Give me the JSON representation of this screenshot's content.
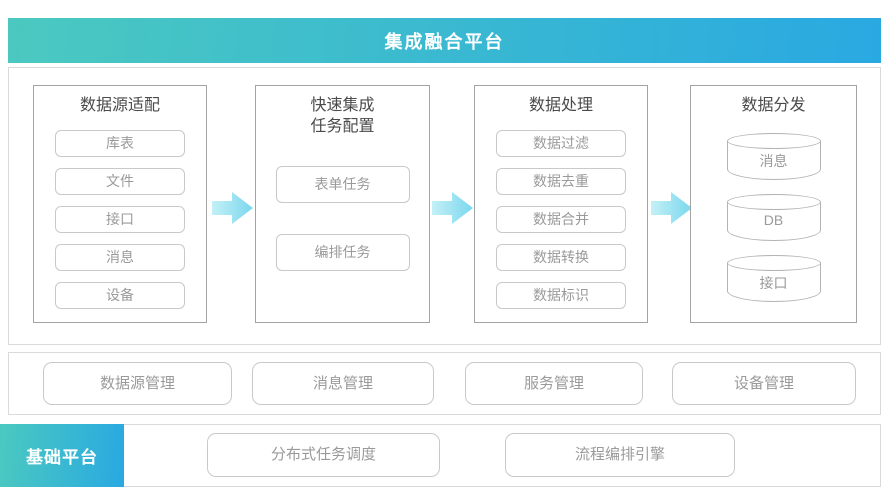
{
  "header": {
    "title": "集成融合平台"
  },
  "columns": [
    {
      "title_lines": [
        "数据源适配"
      ],
      "items": [
        "库表",
        "文件",
        "接口",
        "消息",
        "设备"
      ]
    },
    {
      "title_lines": [
        "快速集成",
        "任务配置"
      ],
      "items": [
        "表单任务",
        "编排任务"
      ]
    },
    {
      "title_lines": [
        "数据处理"
      ],
      "items": [
        "数据过滤",
        "数据去重",
        "数据合并",
        "数据转换",
        "数据标识"
      ]
    },
    {
      "title_lines": [
        "数据分发"
      ],
      "items": [
        "消息",
        "DB",
        "接口"
      ]
    }
  ],
  "middle_row": {
    "buttons": [
      "数据源管理",
      "消息管理",
      "服务管理",
      "设备管理"
    ]
  },
  "bottom_row": {
    "platform_label": "基础平台",
    "buttons": [
      "分布式任务调度",
      "流程编排引擎"
    ]
  },
  "colors": {
    "teal": "#4bc9c0",
    "blue": "#29a9e1",
    "arrow_light": "#c4f0f6",
    "arrow_dark": "#7ad7ee"
  }
}
